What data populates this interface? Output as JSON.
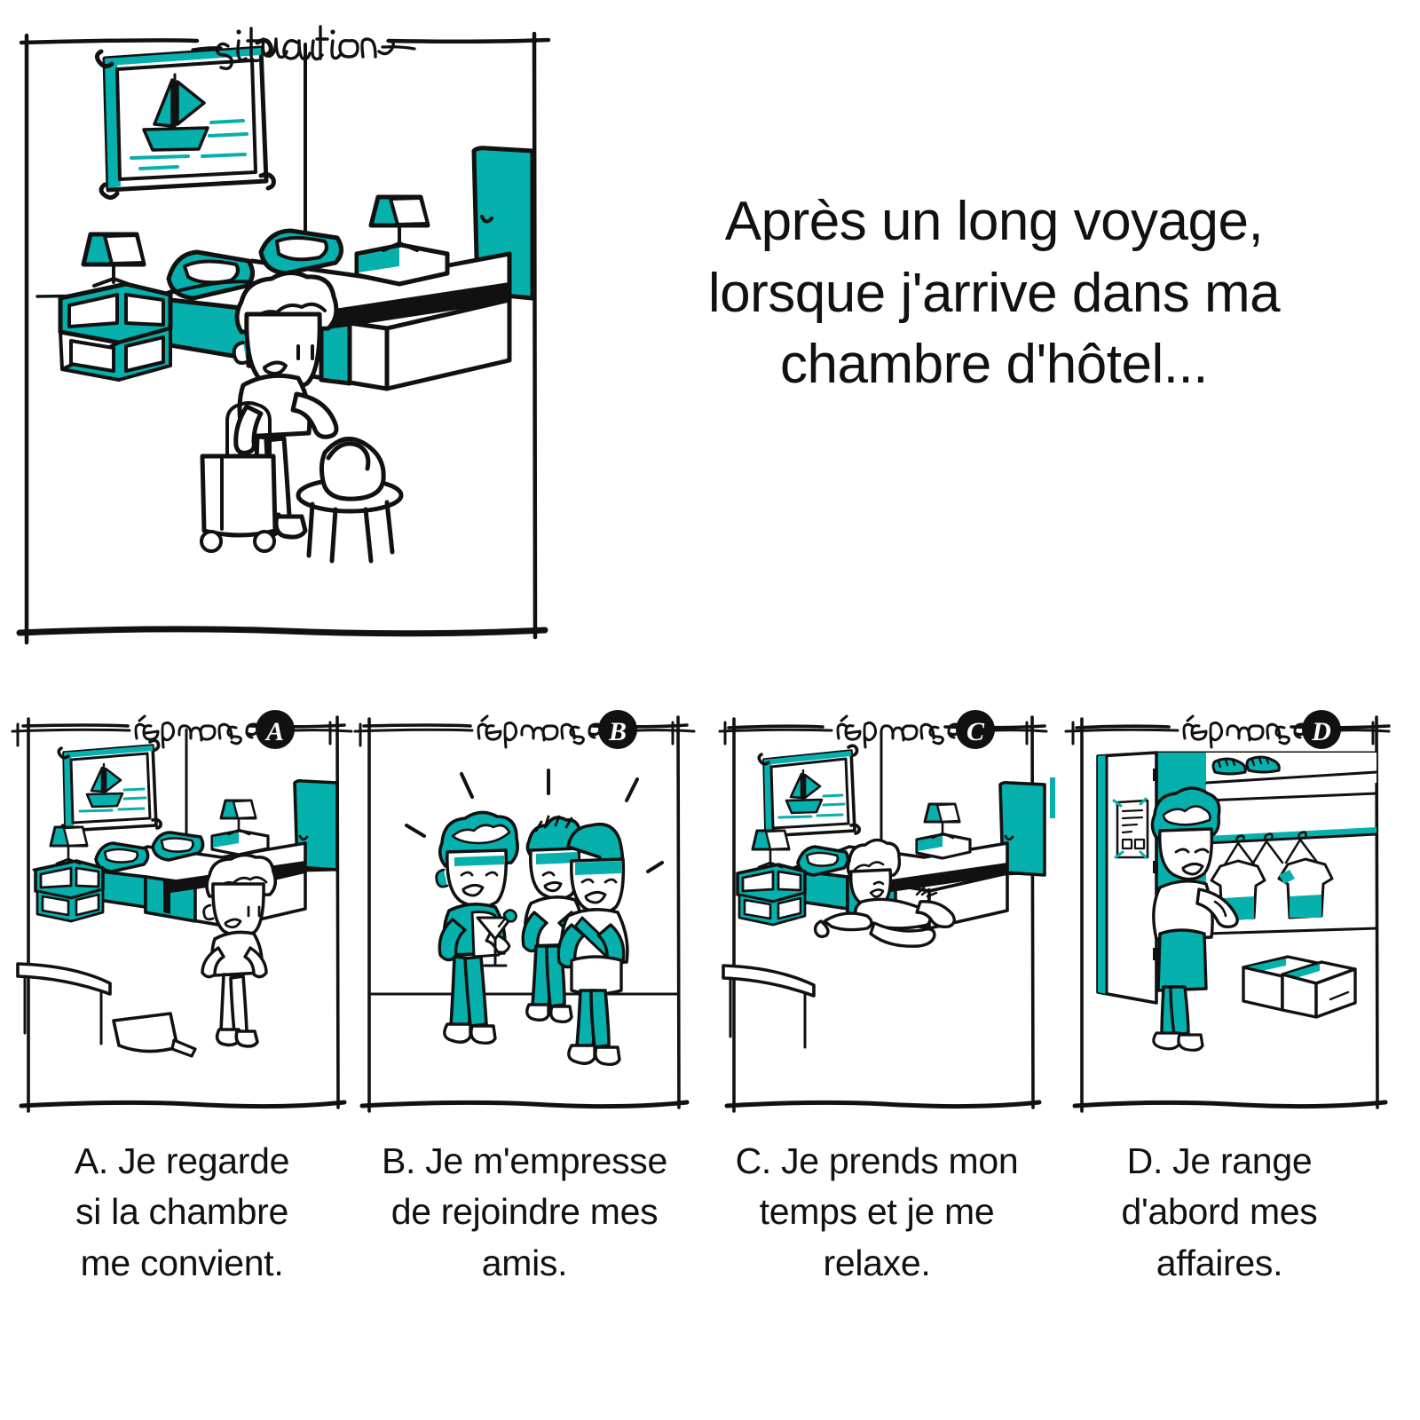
{
  "palette": {
    "teal": "#06b0ac",
    "ink": "#111111",
    "paper": "#ffffff"
  },
  "situation": {
    "header_label": "situation",
    "prompt_lines": [
      "Après un long voyage,",
      "lorsque j'arrive dans ma",
      "chambre d'hôtel..."
    ],
    "prompt_full": "Après un long voyage, lorsque j'arrive dans ma chambre d'hôtel...",
    "scene_description": "hotel-room-arrival-with-suitcase"
  },
  "answers": [
    {
      "badge": "A",
      "header_label": "réponse",
      "caption_lines": [
        "A. Je regarde",
        "si la chambre",
        "me convient."
      ],
      "caption_full": "A. Je regarde si la chambre me convient.",
      "scene_description": "person-inspecting-room"
    },
    {
      "badge": "B",
      "header_label": "réponse",
      "caption_lines": [
        "B. Je m'empresse",
        "de rejoindre mes",
        "amis."
      ],
      "caption_full": "B. Je m'empresse de rejoindre mes amis.",
      "scene_description": "three-friends-with-drinks"
    },
    {
      "badge": "C",
      "header_label": "réponse",
      "caption_lines": [
        "C. Je prends mon",
        "temps et je me",
        "relaxe."
      ],
      "caption_full": "C. Je prends mon temps et je me relaxe.",
      "scene_description": "person-relaxing-on-bed"
    },
    {
      "badge": "D",
      "header_label": "réponse",
      "caption_lines": [
        "D. Je range",
        "d'abord mes",
        "affaires."
      ],
      "caption_full": "D. Je range d'abord mes affaires.",
      "scene_description": "person-unpacking-into-wardrobe"
    }
  ]
}
